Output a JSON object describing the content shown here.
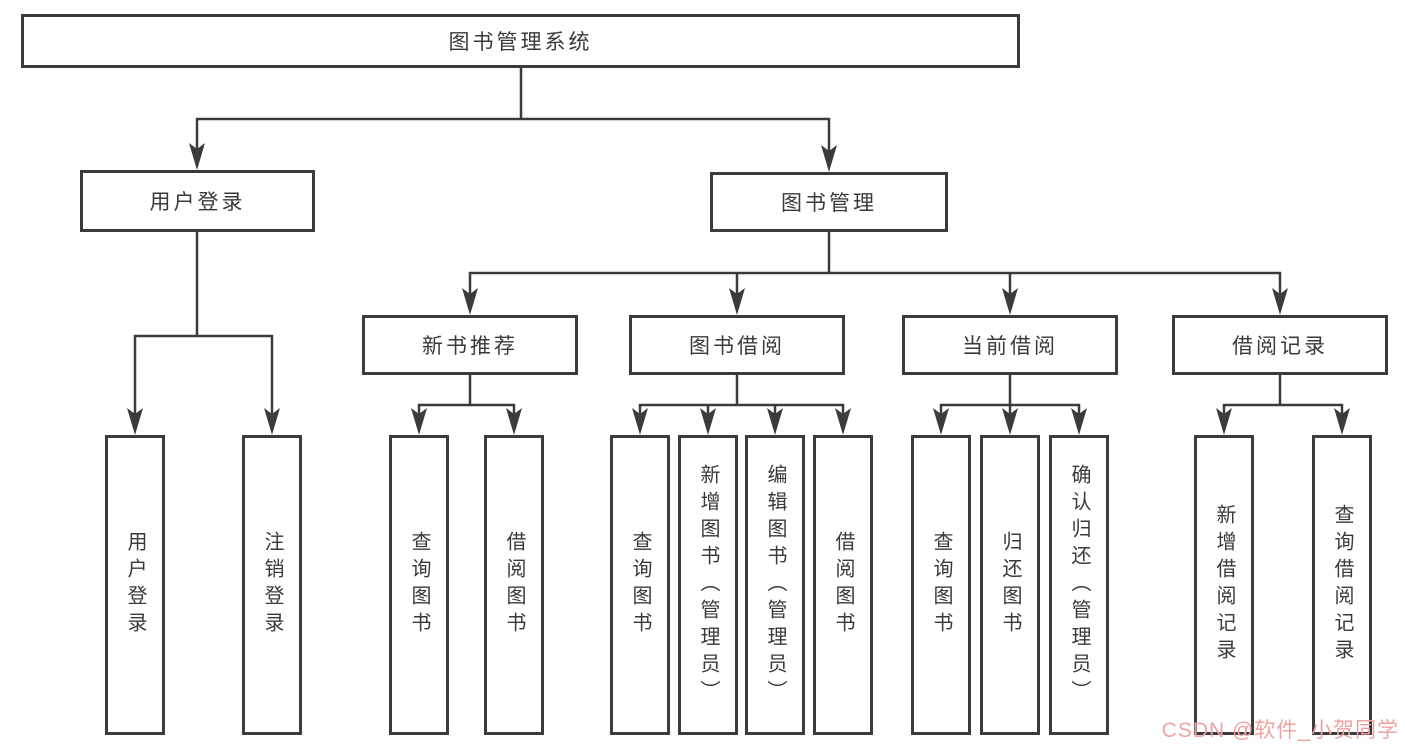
{
  "tree": {
    "root": {
      "label": "图书管理系统",
      "children": [
        {
          "label": "用户登录",
          "children": [
            {
              "label": "用户登录"
            },
            {
              "label": "注销登录"
            }
          ]
        },
        {
          "label": "图书管理",
          "children": [
            {
              "label": "新书推荐",
              "children": [
                {
                  "label": "查询图书"
                },
                {
                  "label": "借阅图书"
                }
              ]
            },
            {
              "label": "图书借阅",
              "children": [
                {
                  "label": "查询图书"
                },
                {
                  "label": "新增图书（管理员）"
                },
                {
                  "label": "编辑图书（管理员）"
                },
                {
                  "label": "借阅图书"
                }
              ]
            },
            {
              "label": "当前借阅",
              "children": [
                {
                  "label": "查询图书"
                },
                {
                  "label": "归还图书"
                },
                {
                  "label": "确认归还（管理员）"
                }
              ]
            },
            {
              "label": "借阅记录",
              "children": [
                {
                  "label": "新增借阅记录"
                },
                {
                  "label": "查询借阅记录"
                }
              ]
            }
          ]
        }
      ]
    }
  },
  "watermark": {
    "text": "CSDN @软件_小贺同学",
    "color": "#f0a2a2"
  },
  "colors": {
    "line": "#3b3b3b",
    "box_border": "#3b3b3b",
    "box_fill": "#ffffff",
    "text": "#3a3a3a",
    "background": "#ffffff"
  }
}
